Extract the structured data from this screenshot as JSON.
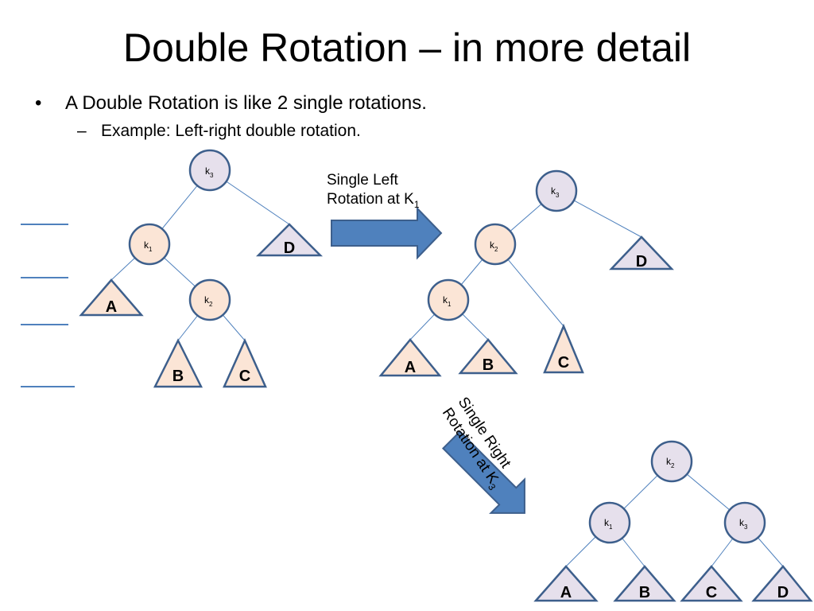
{
  "title": "Double Rotation – in more detail",
  "bullets": {
    "level1": "A Double Rotation is like 2 single rotations.",
    "level1_mark": "•",
    "level2": "Example:  Left-right double rotation.",
    "level2_mark": "–"
  },
  "captions": {
    "left_line1": "Single Left",
    "left_line2": "Rotation at K",
    "left_sub": "1",
    "right_line1": "Single Right",
    "right_line2": "Rotation at K",
    "right_sub": "3"
  },
  "node_prefix": "k",
  "colors": {
    "node_k3_fill": "#e6e0ec",
    "node_k1_fill": "#fbe5d6",
    "node_k2_fill": "#e6e0ec",
    "outline": "#3d5f8c",
    "edge": "#4f81bd",
    "arrow_fill": "#4f81bd"
  },
  "trees": [
    {
      "name": "original",
      "nodes": [
        {
          "key": "k3",
          "sub": "3",
          "fill": "#e6e0ec"
        },
        {
          "key": "k1",
          "sub": "1",
          "fill": "#fbe5d6"
        },
        {
          "key": "k2",
          "sub": "2",
          "fill": "#fbe5d6"
        }
      ],
      "subtrees": [
        {
          "label": "A",
          "fill": "#fbe5d6"
        },
        {
          "label": "B",
          "fill": "#fbe5d6"
        },
        {
          "label": "C",
          "fill": "#fbe5d6"
        },
        {
          "label": "D",
          "fill": "#e6e0ec"
        }
      ]
    },
    {
      "name": "after-left-rotation",
      "nodes": [
        {
          "key": "k3",
          "sub": "3",
          "fill": "#e6e0ec"
        },
        {
          "key": "k2",
          "sub": "2",
          "fill": "#fbe5d6"
        },
        {
          "key": "k1",
          "sub": "1",
          "fill": "#fbe5d6"
        }
      ],
      "subtrees": [
        {
          "label": "A",
          "fill": "#fbe5d6"
        },
        {
          "label": "B",
          "fill": "#fbe5d6"
        },
        {
          "label": "C",
          "fill": "#fbe5d6"
        },
        {
          "label": "D",
          "fill": "#e6e0ec"
        }
      ]
    },
    {
      "name": "after-right-rotation",
      "nodes": [
        {
          "key": "k2",
          "sub": "2",
          "fill": "#e6e0ec"
        },
        {
          "key": "k1",
          "sub": "1",
          "fill": "#e6e0ec"
        },
        {
          "key": "k3",
          "sub": "3",
          "fill": "#e6e0ec"
        }
      ],
      "subtrees": [
        {
          "label": "A",
          "fill": "#e6e0ec"
        },
        {
          "label": "B",
          "fill": "#e6e0ec"
        },
        {
          "label": "C",
          "fill": "#e6e0ec"
        },
        {
          "label": "D",
          "fill": "#e6e0ec"
        }
      ]
    }
  ]
}
